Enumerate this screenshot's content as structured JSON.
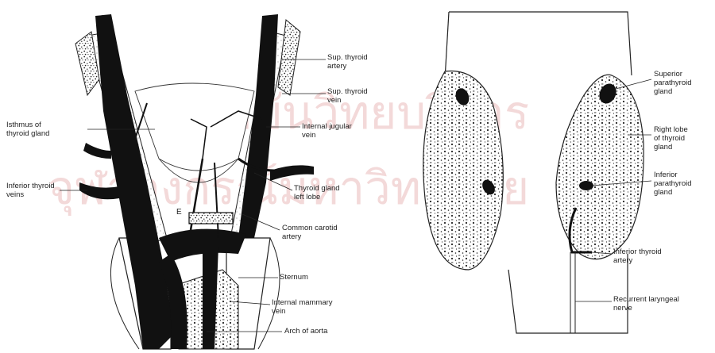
{
  "watermark": {
    "line1": "สถาบันวิทยบริการ",
    "line2": "จุฬาลงกรณ์มหาวิทยาลัย",
    "color": "#f3d9d9"
  },
  "left_figure": {
    "labels": {
      "isthmus": "Isthmus of\nthyroid gland",
      "inferior_thyroid_veins": "Inferior thyroid\nveins",
      "sup_thyroid_artery": "Sup. thyroid\nartery",
      "sup_thyroid_vein": "Sup. thyroid\nvein",
      "internal_jugular_vein": "Internal jugular\nvein",
      "thyroid_gland_left_lobe": "Thyroid gland\nleft lobe",
      "common_carotid_artery": "Common carotid\nartery",
      "sternum": "Sternum",
      "internal_mammary_vein": "Internal mammary\nvein",
      "arch_of_aorta": "Arch of aorta",
      "letter_e": "E"
    }
  },
  "right_figure": {
    "labels": {
      "superior_parathyroid": "Superior\nparathyroid\ngland",
      "right_lobe": "Right lobe\nof thyroid\ngland",
      "inferior_parathyroid": "Inferior\nparathyroid\ngland",
      "inferior_thyroid_artery": "Inferior thyroid\nartery",
      "recurrent_laryngeal_nerve": "Recurrent laryngeal\nnerve"
    }
  },
  "colors": {
    "ink": "#111111",
    "stipple": "#333333"
  }
}
